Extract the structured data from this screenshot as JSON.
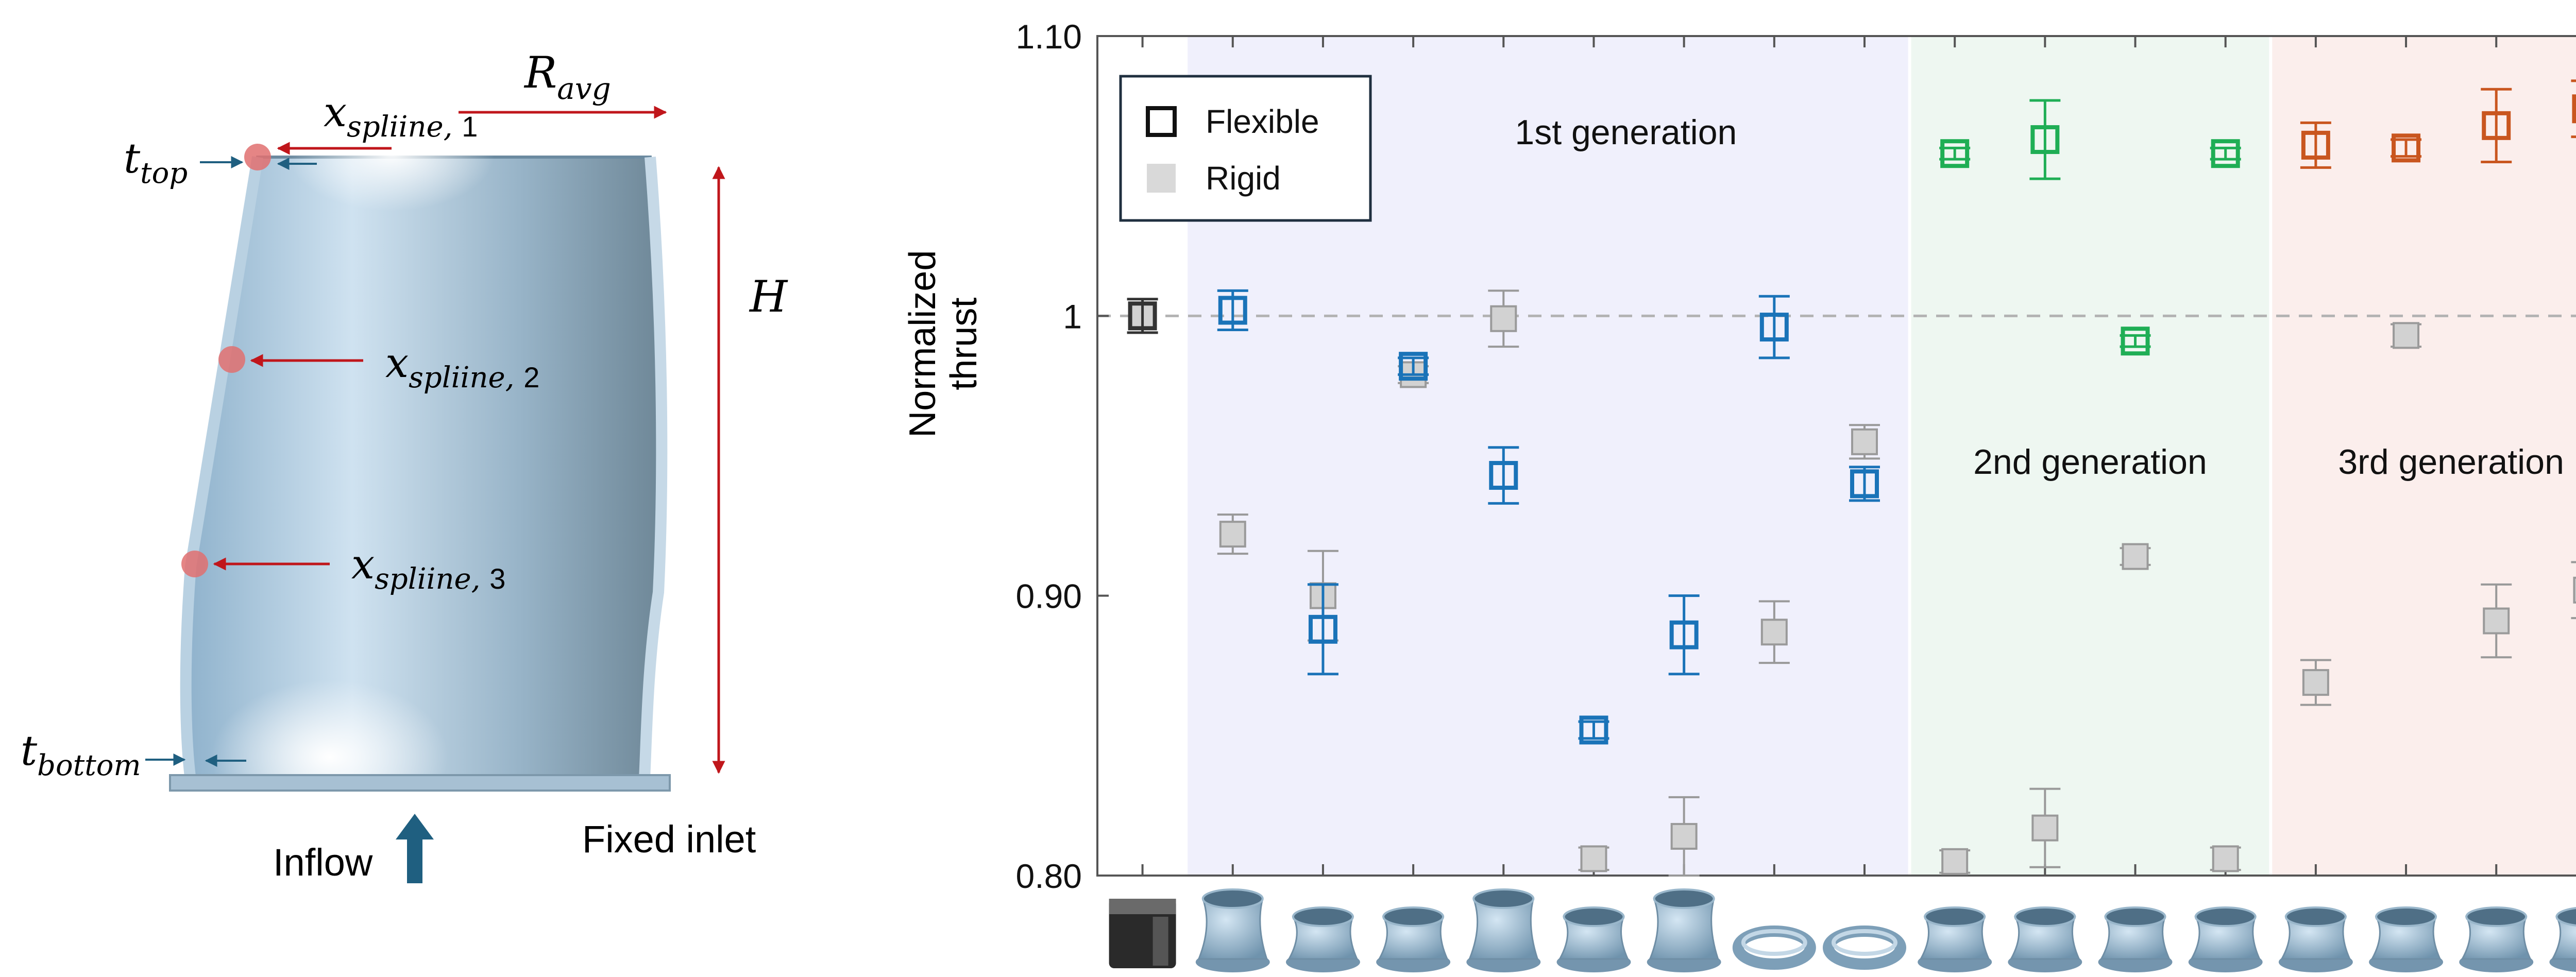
{
  "schematic": {
    "labels": {
      "r_avg": "R",
      "r_avg_sub": "avg",
      "height": "H",
      "t_top": "t",
      "t_top_sub": "top",
      "t_bottom": "t",
      "t_bottom_sub": "bottom",
      "spline1": "x",
      "spline1_sub": "spliine",
      "spline1_idx": "1",
      "spline2": "x",
      "spline2_sub": "spliine",
      "spline2_idx": "2",
      "spline3": "x",
      "spline3_sub": "spliine",
      "spline3_idx": "3",
      "inflow": "Inflow",
      "fixed_inlet": "Fixed inlet"
    },
    "colors": {
      "arrow_red": "#c0161b",
      "arrow_blue": "#1f5f80",
      "tube": "#a9c4d8",
      "marker": "#e07070"
    }
  },
  "chart_data": {
    "type": "scatter",
    "title": "",
    "xlabel": "",
    "ylabel": "Normalized thrust",
    "ylim": [
      0.8,
      1.1
    ],
    "yticks": [
      0.8,
      0.9,
      1.0,
      1.1
    ],
    "ytick_labels": [
      "0.80",
      "0.90",
      "1",
      "1.10"
    ],
    "x": [
      1,
      2,
      3,
      4,
      5,
      6,
      7,
      8,
      9,
      10,
      11,
      12,
      13,
      14,
      15,
      16,
      17
    ],
    "reference_line": 1.0,
    "regions": [
      {
        "label": "1st generation",
        "from": 1.5,
        "to": 9.5,
        "color": "#f0f0fc"
      },
      {
        "label": "2nd generation",
        "from": 9.5,
        "to": 13.5,
        "color": "#eef7f1"
      },
      {
        "label": "3rd generation",
        "from": 13.5,
        "to": 17.5,
        "color": "#fbeeec"
      }
    ],
    "legend": {
      "position": "top-left",
      "entries": [
        "Flexible",
        "Rigid"
      ]
    },
    "series": [
      {
        "name": "Flexible",
        "marker": "open-square",
        "points": [
          {
            "x": 1,
            "y": 1.0,
            "err": 0.006,
            "color": "#333333"
          },
          {
            "x": 2,
            "y": 1.002,
            "err": 0.007,
            "color": "#1a73b8"
          },
          {
            "x": 3,
            "y": 0.888,
            "err": 0.016,
            "color": "#1a73b8"
          },
          {
            "x": 4,
            "y": 0.982,
            "err": 0.003,
            "color": "#1a73b8"
          },
          {
            "x": 5,
            "y": 0.943,
            "err": 0.01,
            "color": "#1a73b8"
          },
          {
            "x": 6,
            "y": 0.852,
            "err": 0.003,
            "color": "#1a73b8"
          },
          {
            "x": 7,
            "y": 0.886,
            "err": 0.014,
            "color": "#1a73b8"
          },
          {
            "x": 8,
            "y": 0.996,
            "err": 0.011,
            "color": "#1a73b8"
          },
          {
            "x": 9,
            "y": 0.94,
            "err": 0.006,
            "color": "#1a73b8"
          },
          {
            "x": 10,
            "y": 1.058,
            "err": 0.002,
            "color": "#1fae55"
          },
          {
            "x": 11,
            "y": 1.063,
            "err": 0.014,
            "color": "#1fae55"
          },
          {
            "x": 12,
            "y": 0.991,
            "err": 0.002,
            "color": "#1fae55"
          },
          {
            "x": 13,
            "y": 1.058,
            "err": 0.002,
            "color": "#1fae55"
          },
          {
            "x": 14,
            "y": 1.061,
            "err": 0.008,
            "color": "#c9561f"
          },
          {
            "x": 15,
            "y": 1.06,
            "err": 0.003,
            "color": "#c9561f"
          },
          {
            "x": 16,
            "y": 1.068,
            "err": 0.013,
            "color": "#c9561f"
          },
          {
            "x": 17,
            "y": 1.074,
            "err": 0.01,
            "color": "#c9561f"
          }
        ]
      },
      {
        "name": "Rigid",
        "marker": "filled-square",
        "points": [
          {
            "x": 1,
            "y": 1.0,
            "err": 0.006,
            "color": "#999999"
          },
          {
            "x": 2,
            "y": 0.922,
            "err": 0.007,
            "color": "#999999"
          },
          {
            "x": 3,
            "y": 0.9,
            "err": 0.016,
            "color": "#999999"
          },
          {
            "x": 4,
            "y": 0.979,
            "err": 0.003,
            "color": "#999999"
          },
          {
            "x": 5,
            "y": 0.999,
            "err": 0.01,
            "color": "#999999"
          },
          {
            "x": 6,
            "y": 0.806,
            "err": 0.004,
            "color": "#999999"
          },
          {
            "x": 7,
            "y": 0.814,
            "err": 0.014,
            "color": "#999999"
          },
          {
            "x": 8,
            "y": 0.887,
            "err": 0.011,
            "color": "#999999"
          },
          {
            "x": 9,
            "y": 0.955,
            "err": 0.006,
            "color": "#999999"
          },
          {
            "x": 10,
            "y": 0.805,
            "err": 0.004,
            "color": "#999999"
          },
          {
            "x": 11,
            "y": 0.817,
            "err": 0.014,
            "color": "#999999"
          },
          {
            "x": 12,
            "y": 0.914,
            "err": 0.003,
            "color": "#999999"
          },
          {
            "x": 13,
            "y": 0.806,
            "err": 0.004,
            "color": "#999999"
          },
          {
            "x": 14,
            "y": 0.869,
            "err": 0.008,
            "color": "#999999"
          },
          {
            "x": 15,
            "y": 0.993,
            "err": 0.004,
            "color": "#999999"
          },
          {
            "x": 16,
            "y": 0.891,
            "err": 0.013,
            "color": "#999999"
          },
          {
            "x": 17,
            "y": 0.902,
            "err": 0.01,
            "color": "#999999"
          }
        ]
      }
    ],
    "shape_icons": [
      {
        "x": 1,
        "kind": "nozzle",
        "color": "#222222"
      },
      {
        "x": 2,
        "kind": "tall",
        "color": "#8fb0c9"
      },
      {
        "x": 3,
        "kind": "squat",
        "color": "#8fb0c9"
      },
      {
        "x": 4,
        "kind": "squat",
        "color": "#8fb0c9"
      },
      {
        "x": 5,
        "kind": "tall",
        "color": "#8fb0c9"
      },
      {
        "x": 6,
        "kind": "squat",
        "color": "#8fb0c9"
      },
      {
        "x": 7,
        "kind": "tall",
        "color": "#8fb0c9"
      },
      {
        "x": 8,
        "kind": "ring",
        "color": "#8fb0c9"
      },
      {
        "x": 9,
        "kind": "ring",
        "color": "#8fb0c9"
      },
      {
        "x": 10,
        "kind": "squat",
        "color": "#8fb0c9"
      },
      {
        "x": 11,
        "kind": "squat",
        "color": "#8fb0c9"
      },
      {
        "x": 12,
        "kind": "squat",
        "color": "#8fb0c9"
      },
      {
        "x": 13,
        "kind": "squat",
        "color": "#8fb0c9"
      },
      {
        "x": 14,
        "kind": "squat",
        "color": "#8fb0c9"
      },
      {
        "x": 15,
        "kind": "squat",
        "color": "#8fb0c9"
      },
      {
        "x": 16,
        "kind": "squat",
        "color": "#8fb0c9"
      },
      {
        "x": 17,
        "kind": "squat",
        "color": "#8fb0c9"
      }
    ]
  }
}
